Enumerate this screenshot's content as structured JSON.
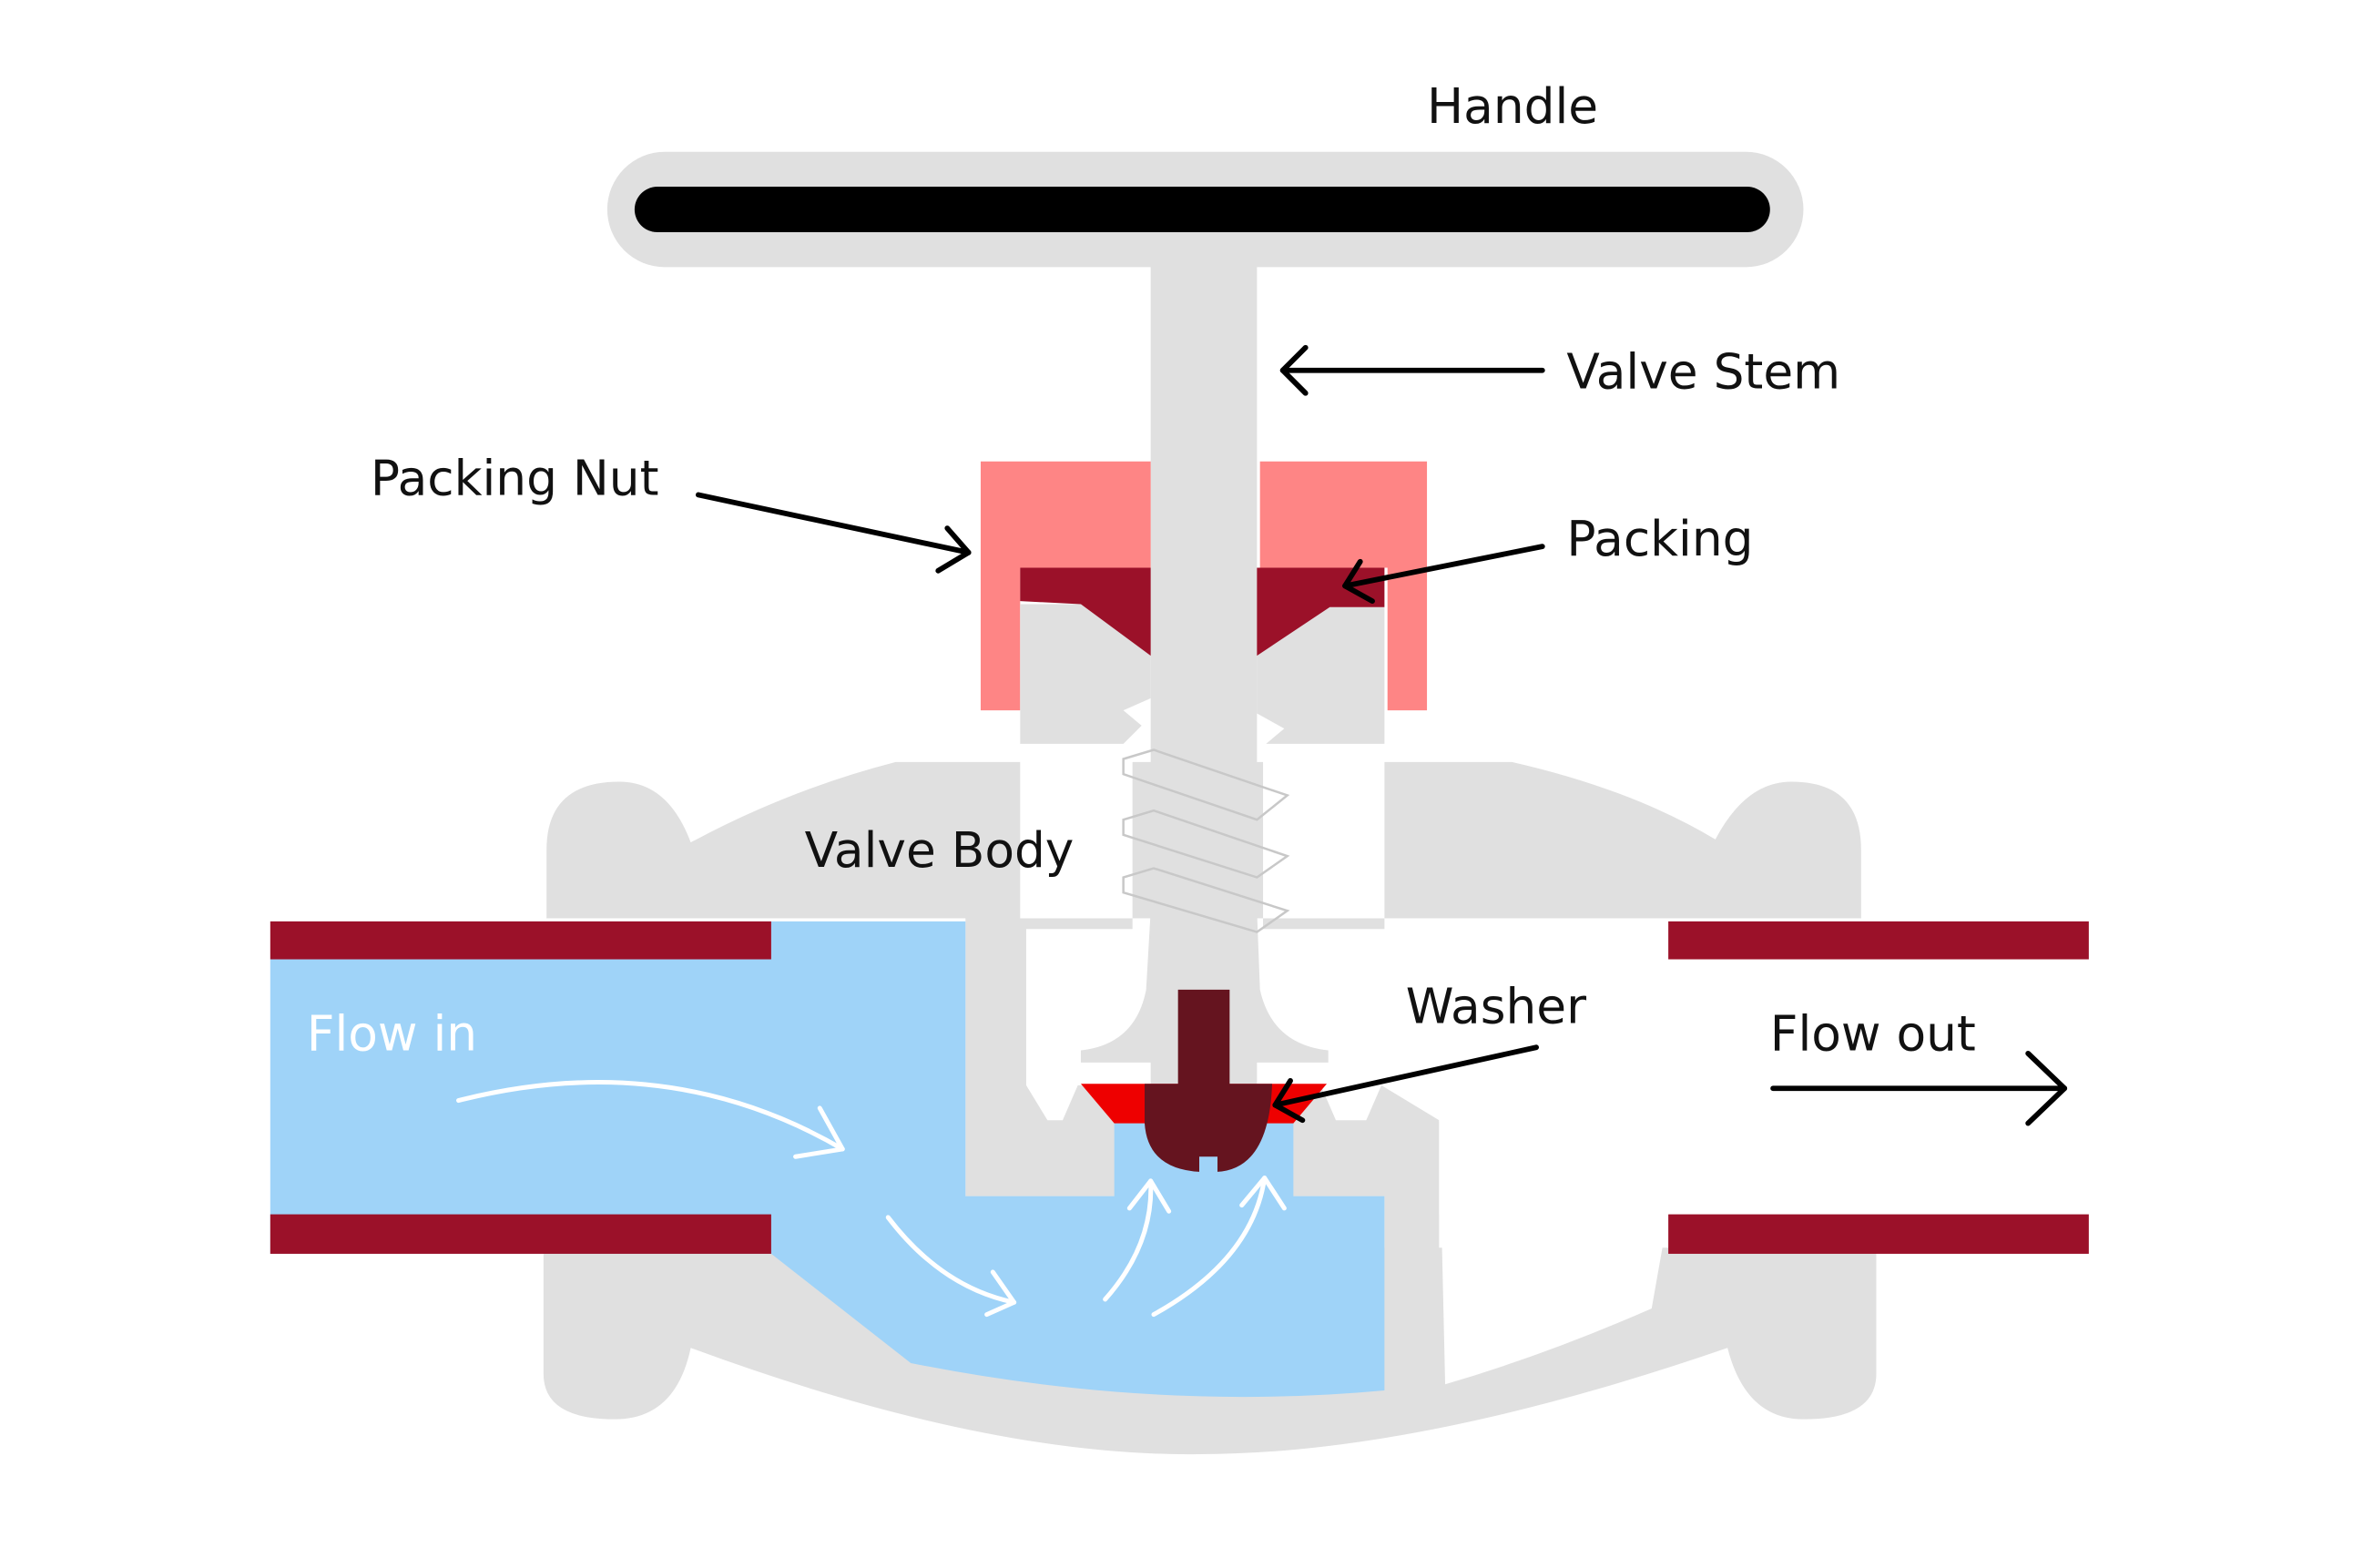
{
  "labels": {
    "handle": "Handle",
    "valve_stem": "Valve Stem",
    "packing_nut": "Packing Nut",
    "packing": "Packing",
    "valve_body": "Valve Body",
    "washer": "Washer",
    "flow_in": "Flow in",
    "flow_out": "Flow out"
  },
  "colors": {
    "body": "#e0e0e0",
    "handle_bar": "#000000",
    "packing_nut": "#fe8585",
    "packing": "#9b1129",
    "pipe_wall": "#9b1129",
    "washer": "#ee0000",
    "stem_tip": "#65141f",
    "water": "#9fd3f8",
    "label": "#111111"
  }
}
